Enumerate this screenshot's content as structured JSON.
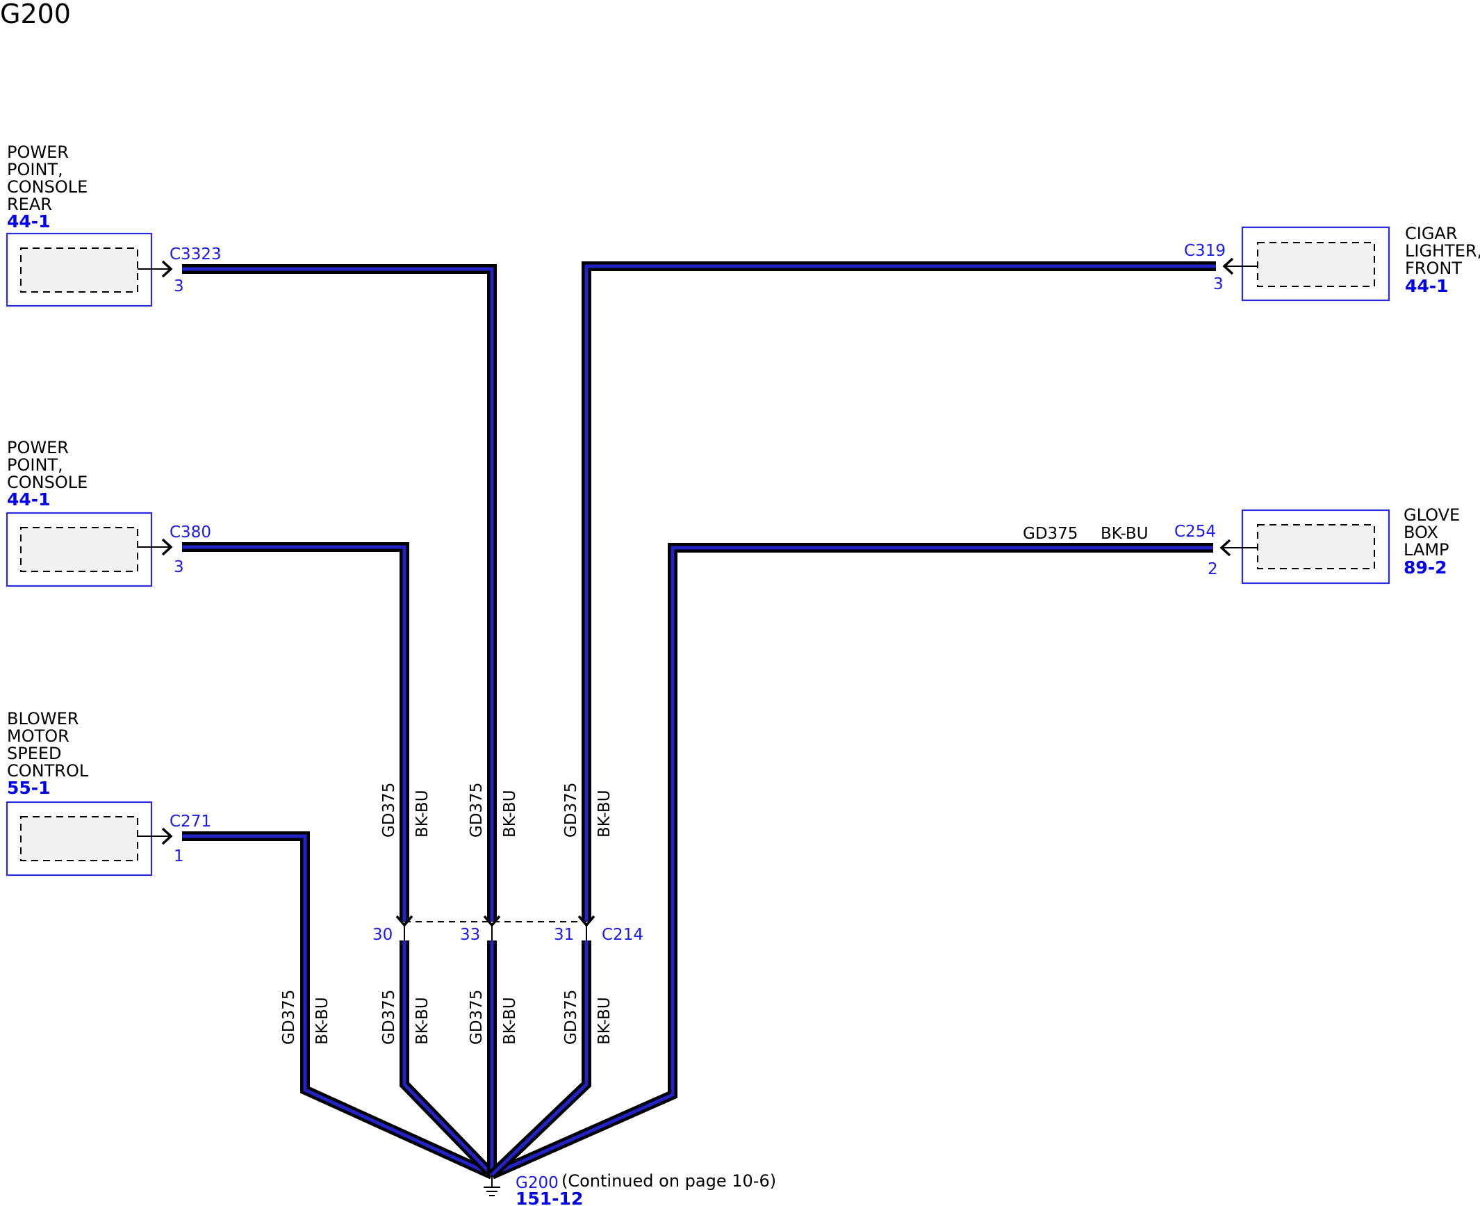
{
  "title": "G200",
  "components": [
    {
      "id": "rear",
      "name_lines": [
        "POWER",
        "POINT,",
        "CONSOLE",
        "REAR"
      ],
      "ref": "44-1",
      "connector": "C3323",
      "pin": "3"
    },
    {
      "id": "console",
      "name_lines": [
        "POWER",
        "POINT,",
        "CONSOLE"
      ],
      "ref": "44-1",
      "connector": "C380",
      "pin": "3"
    },
    {
      "id": "blower",
      "name_lines": [
        "BLOWER",
        "MOTOR",
        "SPEED",
        "CONTROL"
      ],
      "ref": "55-1",
      "connector": "C271",
      "pin": "1"
    },
    {
      "id": "cigar",
      "name_lines": [
        "CIGAR",
        "LIGHTER,",
        "FRONT"
      ],
      "ref": "44-1",
      "connector": "C319",
      "pin": "3"
    },
    {
      "id": "glove",
      "name_lines": [
        "GLOVE",
        "BOX",
        "LAMP"
      ],
      "ref": "89-2",
      "connector": "C254",
      "pin": "2"
    }
  ],
  "wire": {
    "circuit": "GD375",
    "color": "BK-BU"
  },
  "inline_connector": {
    "name": "C214",
    "pins": [
      "30",
      "33",
      "31"
    ]
  },
  "ground": {
    "name": "G200",
    "note": "(Continued on page 10-6)",
    "ref": "151-12"
  },
  "colors": {
    "wire_outer": "#000000",
    "wire_inner": "#2222c8",
    "text_blue": "#1a1aee",
    "ref_blue": "#0000ee",
    "box_border": "#2a2ae0",
    "box_fill": "#f1f1f1"
  }
}
